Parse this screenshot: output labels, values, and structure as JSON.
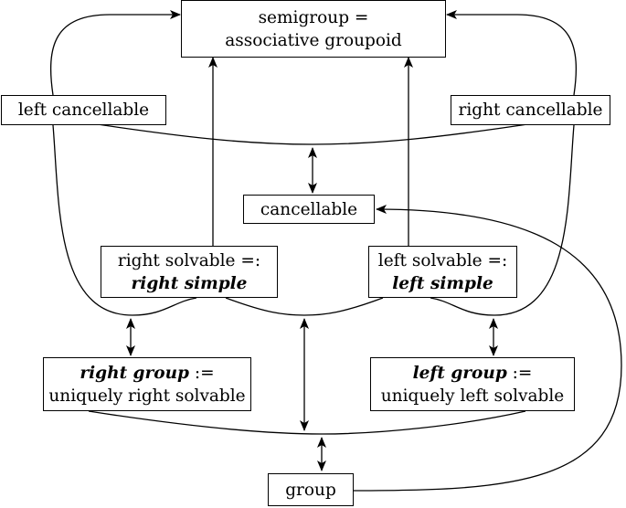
{
  "nodes": {
    "semigroup": {
      "line1": "semigroup =",
      "line2": "associative groupoid"
    },
    "left_cancellable": {
      "label": "left cancellable"
    },
    "right_cancellable": {
      "label": "right cancellable"
    },
    "cancellable": {
      "label": "cancellable"
    },
    "right_simple": {
      "line1": "right solvable =:",
      "line2": "right simple"
    },
    "left_simple": {
      "line1": "left solvable =:",
      "line2": "left simple"
    },
    "right_group": {
      "term": "right group",
      "def": " :=",
      "line2": "uniquely right solvable"
    },
    "left_group": {
      "term": "left group",
      "def": " :=",
      "line2": "uniquely left solvable"
    },
    "group": {
      "label": "group"
    }
  }
}
